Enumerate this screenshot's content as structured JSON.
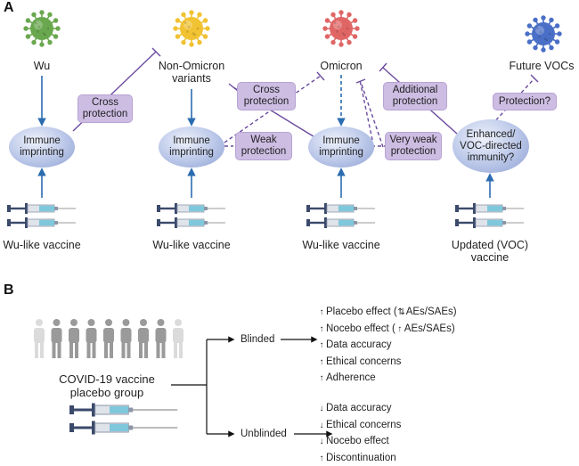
{
  "panel_a": {
    "label": "A",
    "columns": [
      {
        "virus": "Wu",
        "virus_color": "#6aa84f",
        "imprint": "Immune imprinting",
        "vaccine": "Wu-like vaccine"
      },
      {
        "virus": "Non-Omicron variants",
        "virus_color": "#f1c232",
        "imprint": "Immune imprinting",
        "vaccine": "Wu-like vaccine"
      },
      {
        "virus": "Omicron",
        "virus_color": "#e06666",
        "imprint": "Immune imprinting",
        "vaccine": "Wu-like vaccine"
      },
      {
        "virus": "Future VOCs",
        "virus_color": "#4a6fc7",
        "imprint": "Enhanced/ VOC-directed immunity?",
        "vaccine": "Updated (VOC) vaccine"
      }
    ],
    "protection_boxes": {
      "cross1": "Cross protection",
      "cross2": "Cross protection",
      "weak": "Weak protection",
      "very_weak": "Very weak protection",
      "additional": "Additional protection",
      "question": "Protection?"
    }
  },
  "panel_b": {
    "label": "B",
    "group": "COVID-19 vaccine placebo group",
    "blinded": "Blinded",
    "unblinded": "Unblinded",
    "blinded_outcomes": [
      {
        "dir": "up",
        "text": "Placebo effect (",
        "sub_dir": "updown",
        "sub": "AEs/SAEs)"
      },
      {
        "dir": "up",
        "text": "Nocebo effect (",
        "sub_dir": "up",
        "sub": "AEs/SAEs)"
      },
      {
        "dir": "up",
        "text": "Data accuracy"
      },
      {
        "dir": "up",
        "text": "Ethical concerns"
      },
      {
        "dir": "up",
        "text": "Adherence"
      }
    ],
    "unblinded_outcomes": [
      {
        "dir": "down",
        "text": "Data accuracy"
      },
      {
        "dir": "down",
        "text": "Ethical concerns"
      },
      {
        "dir": "down",
        "text": "Nocebo effect"
      },
      {
        "dir": "up",
        "text": "Discontinuation"
      }
    ]
  },
  "colors": {
    "arrow_blue": "#2b6cb0",
    "inhibit_purple": "#6b4a9e",
    "box_purple": "#cdbde3",
    "person_gray": "#9a9a9a"
  }
}
